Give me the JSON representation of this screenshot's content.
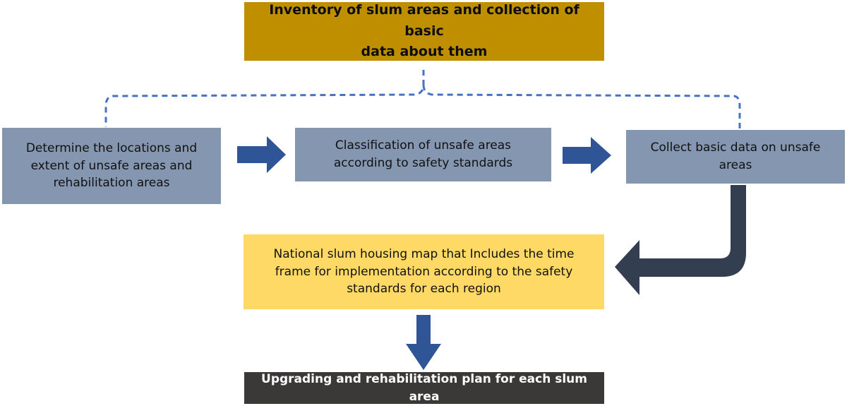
{
  "diagram": {
    "top_box": {
      "lines": [
        "Inventory of slum areas and collection of basic",
        "data about them"
      ]
    },
    "steps": [
      {
        "lines": [
          "Determine the locations and",
          "extent of unsafe areas and",
          "rehabilitation areas"
        ]
      },
      {
        "lines": [
          "Classification of unsafe areas",
          "according to safety standards"
        ]
      },
      {
        "lines": [
          "Collect basic data on unsafe",
          "areas"
        ]
      }
    ],
    "map_box": {
      "lines": [
        "National slum housing map that Includes the time",
        "frame for implementation according to the safety",
        "standards for each region"
      ]
    },
    "plan_box": {
      "lines": [
        "Upgrading and rehabilitation plan for each slum area"
      ]
    },
    "colors": {
      "top_box": "#bf8f00",
      "step_box": "#8496b0",
      "map_box": "#ffd966",
      "plan_box": "#3b3838",
      "arrow_blue": "#2f5597",
      "dashed_connector": "#4472c4",
      "curved_arrow": "#333f50"
    }
  }
}
